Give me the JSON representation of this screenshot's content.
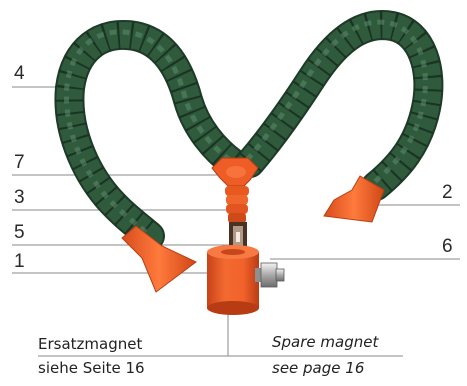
{
  "callouts": {
    "c1": "1",
    "c2": "2",
    "c3": "3",
    "c4": "4",
    "c5": "5",
    "c6": "6",
    "c7": "7"
  },
  "captions": {
    "de_line1": "Ersatzmagnet",
    "de_line2": "siehe Seite 16",
    "en_line1": "Spare magnet",
    "en_line2": "see page 16"
  },
  "colors": {
    "hose_green": "#2f5a3c",
    "nozzle_orange": "#f0602a",
    "base_orange": "#e85a25",
    "leader_line": "#8a8a8a"
  }
}
